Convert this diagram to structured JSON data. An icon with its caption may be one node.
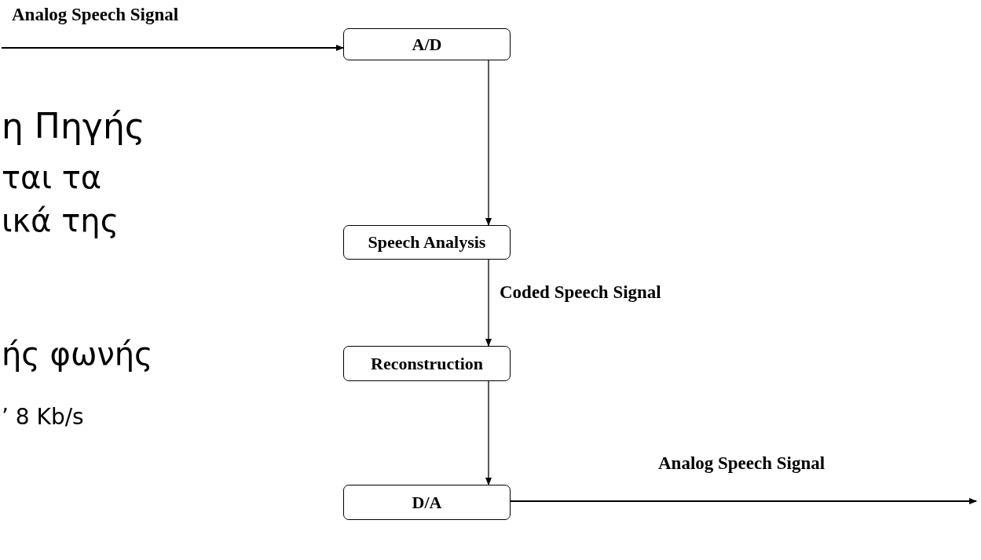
{
  "diagram": {
    "nodes": [
      {
        "text": [
          "A/D"
        ]
      },
      {
        "text": [
          "Speech Analysis"
        ]
      },
      {
        "text": [
          "Reconstruction"
        ]
      },
      {
        "text": [
          "D/A"
        ]
      }
    ],
    "edges": [
      {
        "from": null,
        "to": 0,
        "arrow": "to",
        "label": "Analog Speech Signal"
      },
      {
        "from": 0,
        "to": 1,
        "arrow": "to"
      },
      {
        "from": 1,
        "to": 2,
        "arrow": "to",
        "label": "Coded Speech Signal"
      },
      {
        "from": 2,
        "to": 3,
        "arrow": "to"
      },
      {
        "from": 3,
        "to": null,
        "arrow": "to",
        "label": "Analog Speech Signal"
      }
    ],
    "labels": [
      "η Πηγής",
      "ται τα",
      "ικά της",
      "ής φωνής",
      "’ 8 Kb/s"
    ]
  }
}
